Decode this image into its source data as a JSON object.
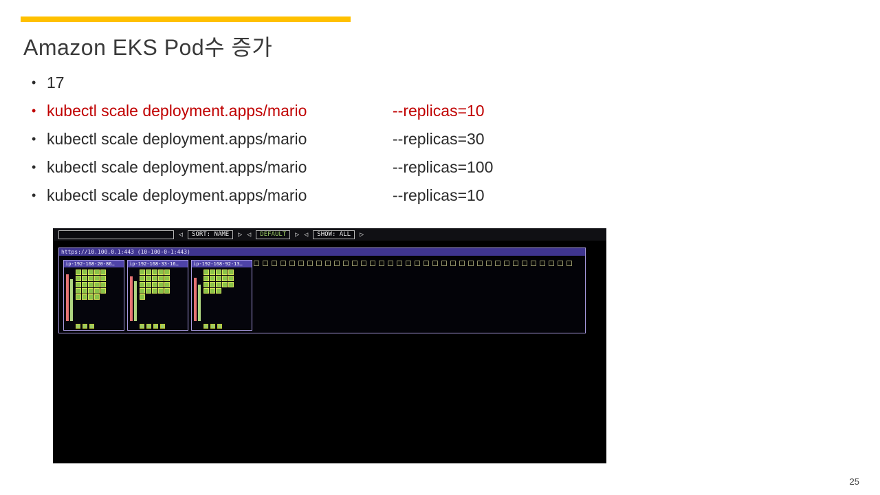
{
  "slide": {
    "title": "Amazon EKS Pod수 증가",
    "page_number": "25",
    "accent_color": "#FFC000",
    "red_color": "#C00000",
    "bullet_char": "•",
    "bullets": [
      {
        "command": "17",
        "flag": ""
      },
      {
        "command": "kubectl scale deployment.apps/mario",
        "flag": "--replicas=10"
      },
      {
        "command": "kubectl scale deployment.apps/mario",
        "flag": "--replicas=30"
      },
      {
        "command": "kubectl scale deployment.apps/mario",
        "flag": "--replicas=100"
      },
      {
        "command": "kubectl scale deployment.apps/mario",
        "flag": "--replicas=10"
      }
    ]
  },
  "terminal": {
    "toolbar": {
      "search_value": "",
      "arrow_left": "◁",
      "arrow_right": "▷",
      "sort_label": "SORT: NAME",
      "theme_label": "DEFAULT",
      "show_label": "SHOW: ALL"
    },
    "cluster": {
      "api_server": "https://10.100.0.1:443 (10-100-0-1:443)",
      "nodes": [
        {
          "name": "ip-192-168-20-86…",
          "cpu_pct": 92,
          "mem_pct": 83,
          "pod_count": 24,
          "system_pod_count": 3
        },
        {
          "name": "ip-192-168-33-16…",
          "cpu_pct": 88,
          "mem_pct": 78,
          "pod_count": 21,
          "system_pod_count": 4
        },
        {
          "name": "ip-192-168-92-13…",
          "cpu_pct": 85,
          "mem_pct": 72,
          "pod_count": 18,
          "system_pod_count": 3
        }
      ],
      "empty_slot_count": 36
    }
  }
}
